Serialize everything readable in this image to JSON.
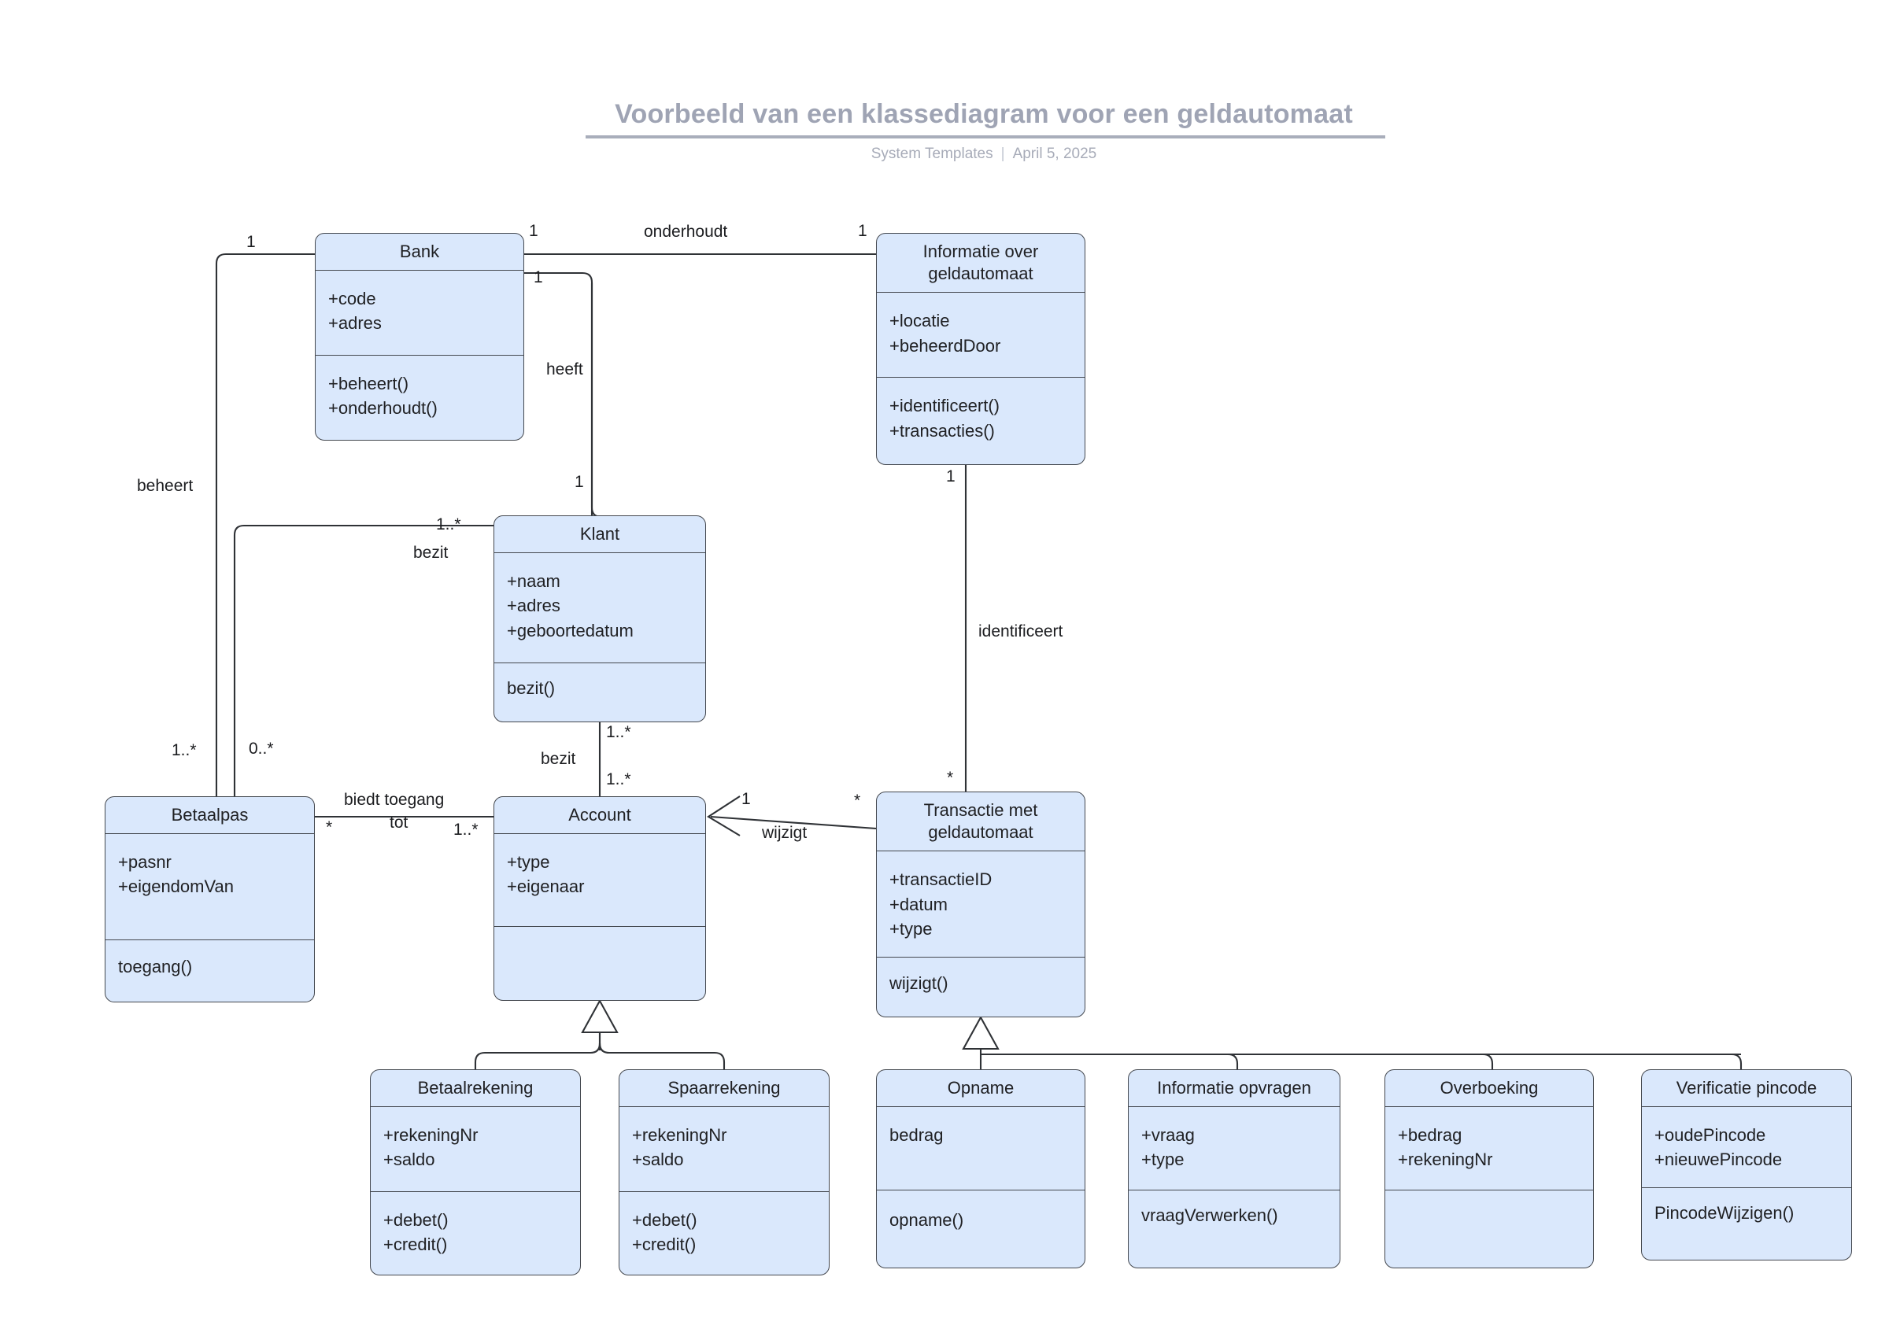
{
  "header": {
    "title": "Voorbeeld van een klassediagram voor een geldautomaat",
    "author": "System Templates",
    "separator": "|",
    "date": "April 5, 2025"
  },
  "diagram": {
    "type": "uml-class-diagram",
    "fill_color": "#dae8fc",
    "stroke_color": "#2f3236",
    "classes": [
      {
        "id": "bank",
        "name": "Bank",
        "attributes": [
          "+code",
          "+adres"
        ],
        "methods": [
          "+beheert()",
          "+onderhoudt()"
        ]
      },
      {
        "id": "atm-info",
        "name": "Informatie over\ngeldautomaat",
        "attributes": [
          "+locatie",
          "+beheerdDoor"
        ],
        "methods": [
          "+identificeert()",
          "+transacties()"
        ]
      },
      {
        "id": "klant",
        "name": "Klant",
        "attributes": [
          "+naam",
          "+adres",
          "+geboortedatum"
        ],
        "methods": [
          "bezit()"
        ]
      },
      {
        "id": "betaalpas",
        "name": "Betaalpas",
        "attributes": [
          "+pasnr",
          "+eigendomVan"
        ],
        "methods": [
          "toegang()"
        ]
      },
      {
        "id": "account",
        "name": "Account",
        "attributes": [
          "+type",
          "+eigenaar"
        ],
        "methods": []
      },
      {
        "id": "transactie",
        "name": "Transactie met\ngeldautomaat",
        "attributes": [
          "+transactieID",
          "+datum",
          "+type"
        ],
        "methods": [
          "wijzigt()"
        ]
      },
      {
        "id": "betaalrekening",
        "name": "Betaalrekening",
        "attributes": [
          "+rekeningNr",
          "+saldo"
        ],
        "methods": [
          "+debet()",
          "+credit()"
        ]
      },
      {
        "id": "spaarrekening",
        "name": "Spaarrekening",
        "attributes": [
          "+rekeningNr",
          "+saldo"
        ],
        "methods": [
          "+debet()",
          "+credit()"
        ]
      },
      {
        "id": "opname",
        "name": "Opname",
        "attributes": [
          "bedrag"
        ],
        "methods": [
          "opname()"
        ]
      },
      {
        "id": "info-opvragen",
        "name": "Informatie opvragen",
        "attributes": [
          "+vraag",
          "+type"
        ],
        "methods": [
          "vraagVerwerken()"
        ]
      },
      {
        "id": "overboeking",
        "name": "Overboeking",
        "attributes": [
          "+bedrag",
          "+rekeningNr"
        ],
        "methods": []
      },
      {
        "id": "verificatie-pincode",
        "name": "Verificatie pincode",
        "attributes": [
          "+oudePincode",
          "+nieuwePincode"
        ],
        "methods": [
          "PincodeWijzigen()"
        ]
      }
    ],
    "associations": [
      {
        "id": "bank-atm",
        "label": "onderhoudt",
        "from": "bank",
        "to": "atm-info",
        "from_mult": "1",
        "to_mult": "1"
      },
      {
        "id": "bank-klant",
        "label": "heeft",
        "from": "bank",
        "to": "klant",
        "from_mult": "1",
        "to_mult": "1"
      },
      {
        "id": "bank-betaalpas",
        "label": "beheert",
        "from": "bank",
        "to": "betaalpas",
        "from_mult": "1",
        "to_mult": "1..*"
      },
      {
        "id": "klant-betaalpas",
        "label": "bezit",
        "from": "klant",
        "to": "betaalpas",
        "from_mult": "1..*",
        "to_mult": "0..*"
      },
      {
        "id": "klant-account",
        "label": "bezit",
        "from": "klant",
        "to": "account",
        "from_mult": "1..*",
        "to_mult": "1..*"
      },
      {
        "id": "pas-account",
        "label": "biedt toegang\ntot",
        "from": "betaalpas",
        "to": "account",
        "from_mult": "*",
        "to_mult": "1..*"
      },
      {
        "id": "atm-transactie",
        "label": "identificeert",
        "from": "atm-info",
        "to": "transactie",
        "from_mult": "1",
        "to_mult": "*"
      },
      {
        "id": "trans-account",
        "label": "wijzigt",
        "from": "transactie",
        "to": "account",
        "from_mult": "*",
        "to_mult": "1"
      }
    ],
    "generalizations": [
      {
        "id": "gen-account",
        "parent": "account",
        "children": [
          "betaalrekening",
          "spaarrekening"
        ]
      },
      {
        "id": "gen-transactie",
        "parent": "transactie",
        "children": [
          "opname",
          "info-opvragen",
          "overboeking",
          "verificatie-pincode"
        ]
      }
    ],
    "edge_labels": {
      "onderhoudt": "onderhoudt",
      "heeft": "heeft",
      "beheert": "beheert",
      "bezit_pas": "bezit",
      "bezit_account": "bezit",
      "biedt_toegang_tot_line1": "biedt toegang",
      "biedt_toegang_tot_line2": "tot",
      "identificeert": "identificeert",
      "wijzigt": "wijzigt"
    },
    "multiplicities": {
      "bank_left_top": "1",
      "bank_right_onderhoudt": "1",
      "bank_right_heeft": "1",
      "atm_left": "1",
      "klant_top": "1",
      "klant_left": "1..*",
      "betaalpas_left": "1..*",
      "betaalpas_mid": "0..*",
      "betaalpas_right": "*",
      "account_left": "1..*",
      "account_top_upper": "1..*",
      "account_top_lower": "1..*",
      "account_right": "1",
      "atm_bottom": "1",
      "transactie_left": "*",
      "transactie_top": "*"
    }
  }
}
